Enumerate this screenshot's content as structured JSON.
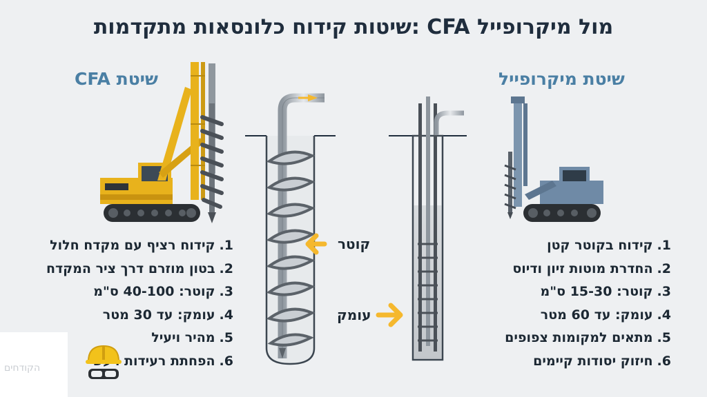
{
  "title": "שיטות קידוח כלונסאות מתקדמות: CFA מול מיקרופייל",
  "cfa": {
    "heading": "שיטת CFA",
    "items": [
      {
        "num": "1.",
        "text": "קידוח רציף עם מקדח חלול"
      },
      {
        "num": "2.",
        "text": "בטון מוזרם דרך ציר המקדח"
      },
      {
        "num": "3.",
        "text": "קוטר: 40-100 ס\"מ"
      },
      {
        "num": "4.",
        "text": "עומק: עד 30 מטר"
      },
      {
        "num": "5.",
        "text": "מהיר ויעיל"
      },
      {
        "num": "6.",
        "text": "הפחתת רעידות רעש"
      }
    ]
  },
  "micropile": {
    "heading": "שיטת מיקרופייל",
    "items": [
      {
        "num": "1.",
        "text": "קידוח בקוטר קטן"
      },
      {
        "num": "2.",
        "text": "החדרת מוטות זיון ודיוס"
      },
      {
        "num": "3.",
        "text": "קוטר: 15-30 ס\"מ"
      },
      {
        "num": "4.",
        "text": "עומק: עד 60 מטר"
      },
      {
        "num": "5.",
        "text": "מתאים למקומות צפופים"
      },
      {
        "num": "6.",
        "text": "חיזוק יסודות קיימים"
      }
    ]
  },
  "labels": {
    "diameter": "קוטר",
    "depth": "עומק"
  },
  "logo": {
    "text": "הקודחים"
  },
  "colors": {
    "heading": "#4a7fa4",
    "arrow": "#f5b82e",
    "yellow_machine": "#e8b21c",
    "blue_machine": "#6f8aa6"
  }
}
